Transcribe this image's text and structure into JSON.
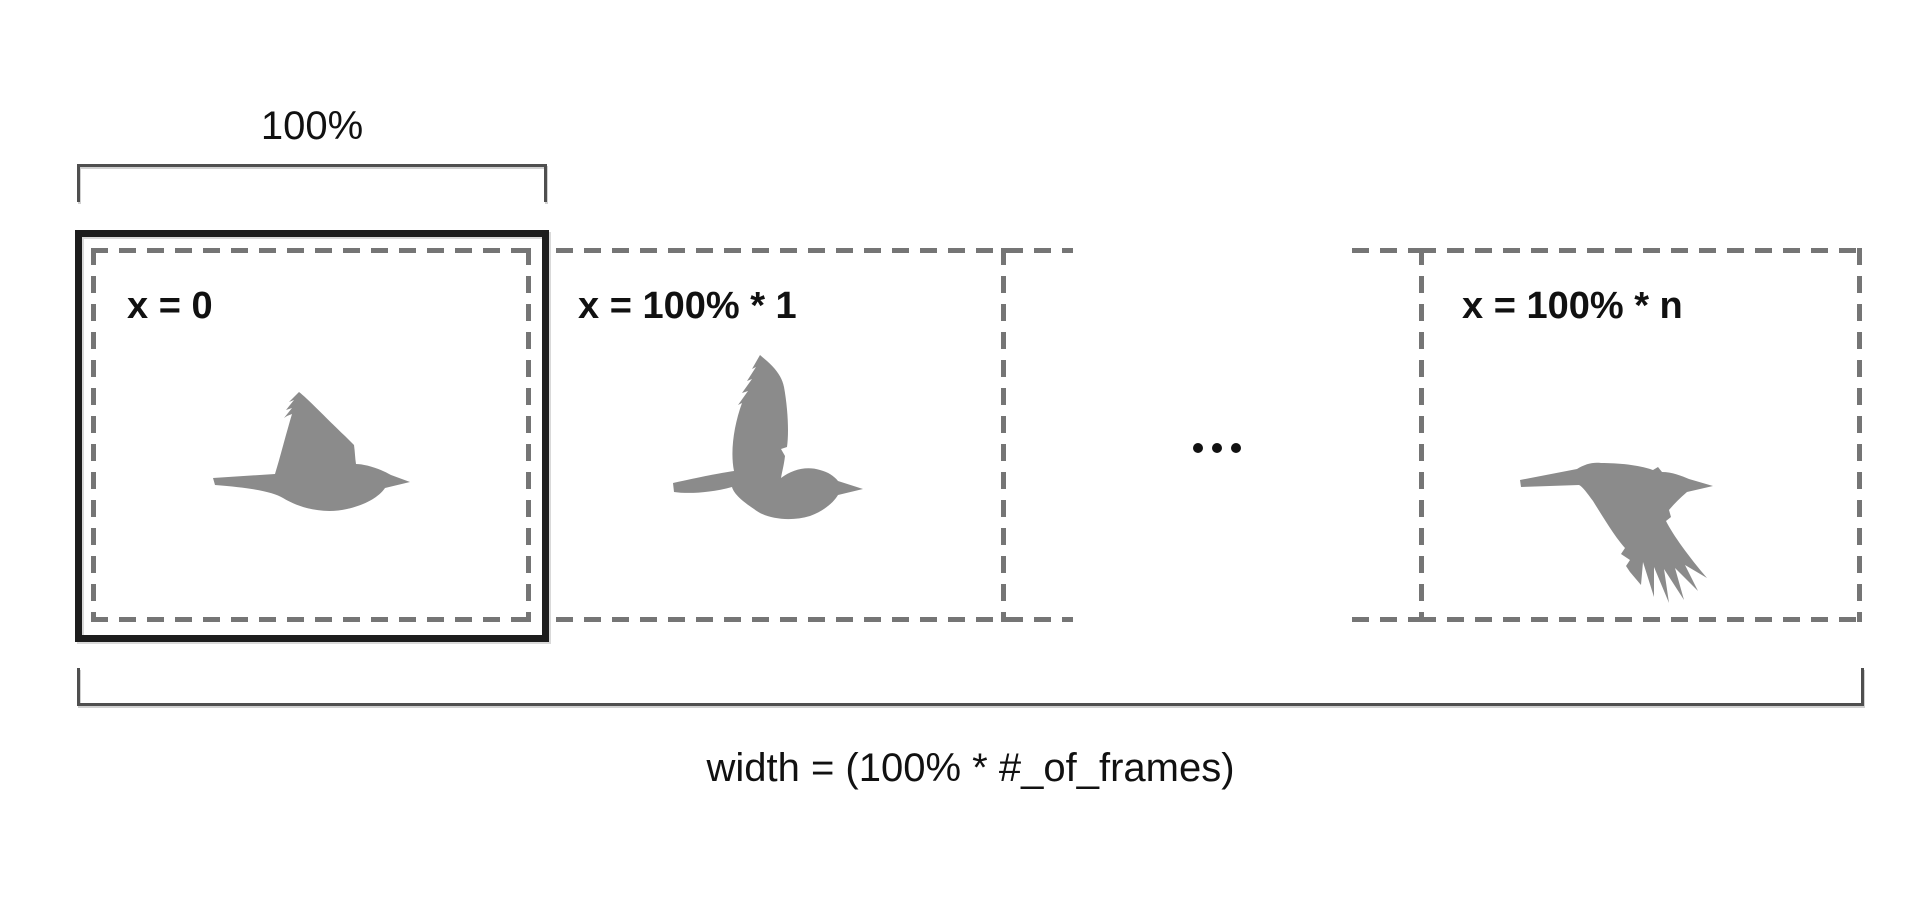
{
  "colors": {
    "background": "#ffffff",
    "text": "#111111",
    "bird": "#8b8b8b",
    "dash": "#757575",
    "viewport_border": "#1d1d1d",
    "bracket": "#4f4f4f"
  },
  "top_bracket": {
    "label": "100%"
  },
  "frames": [
    {
      "label": "x = 0",
      "bird": "bird-mid-upstroke"
    },
    {
      "label": "x = 100% * 1",
      "bird": "bird-wings-up"
    },
    {
      "label": "x = 100% * n",
      "bird": "bird-wings-down"
    }
  ],
  "ellipsis": "...",
  "bottom_bracket": {
    "label": "width = (100% * #_of_frames)"
  }
}
